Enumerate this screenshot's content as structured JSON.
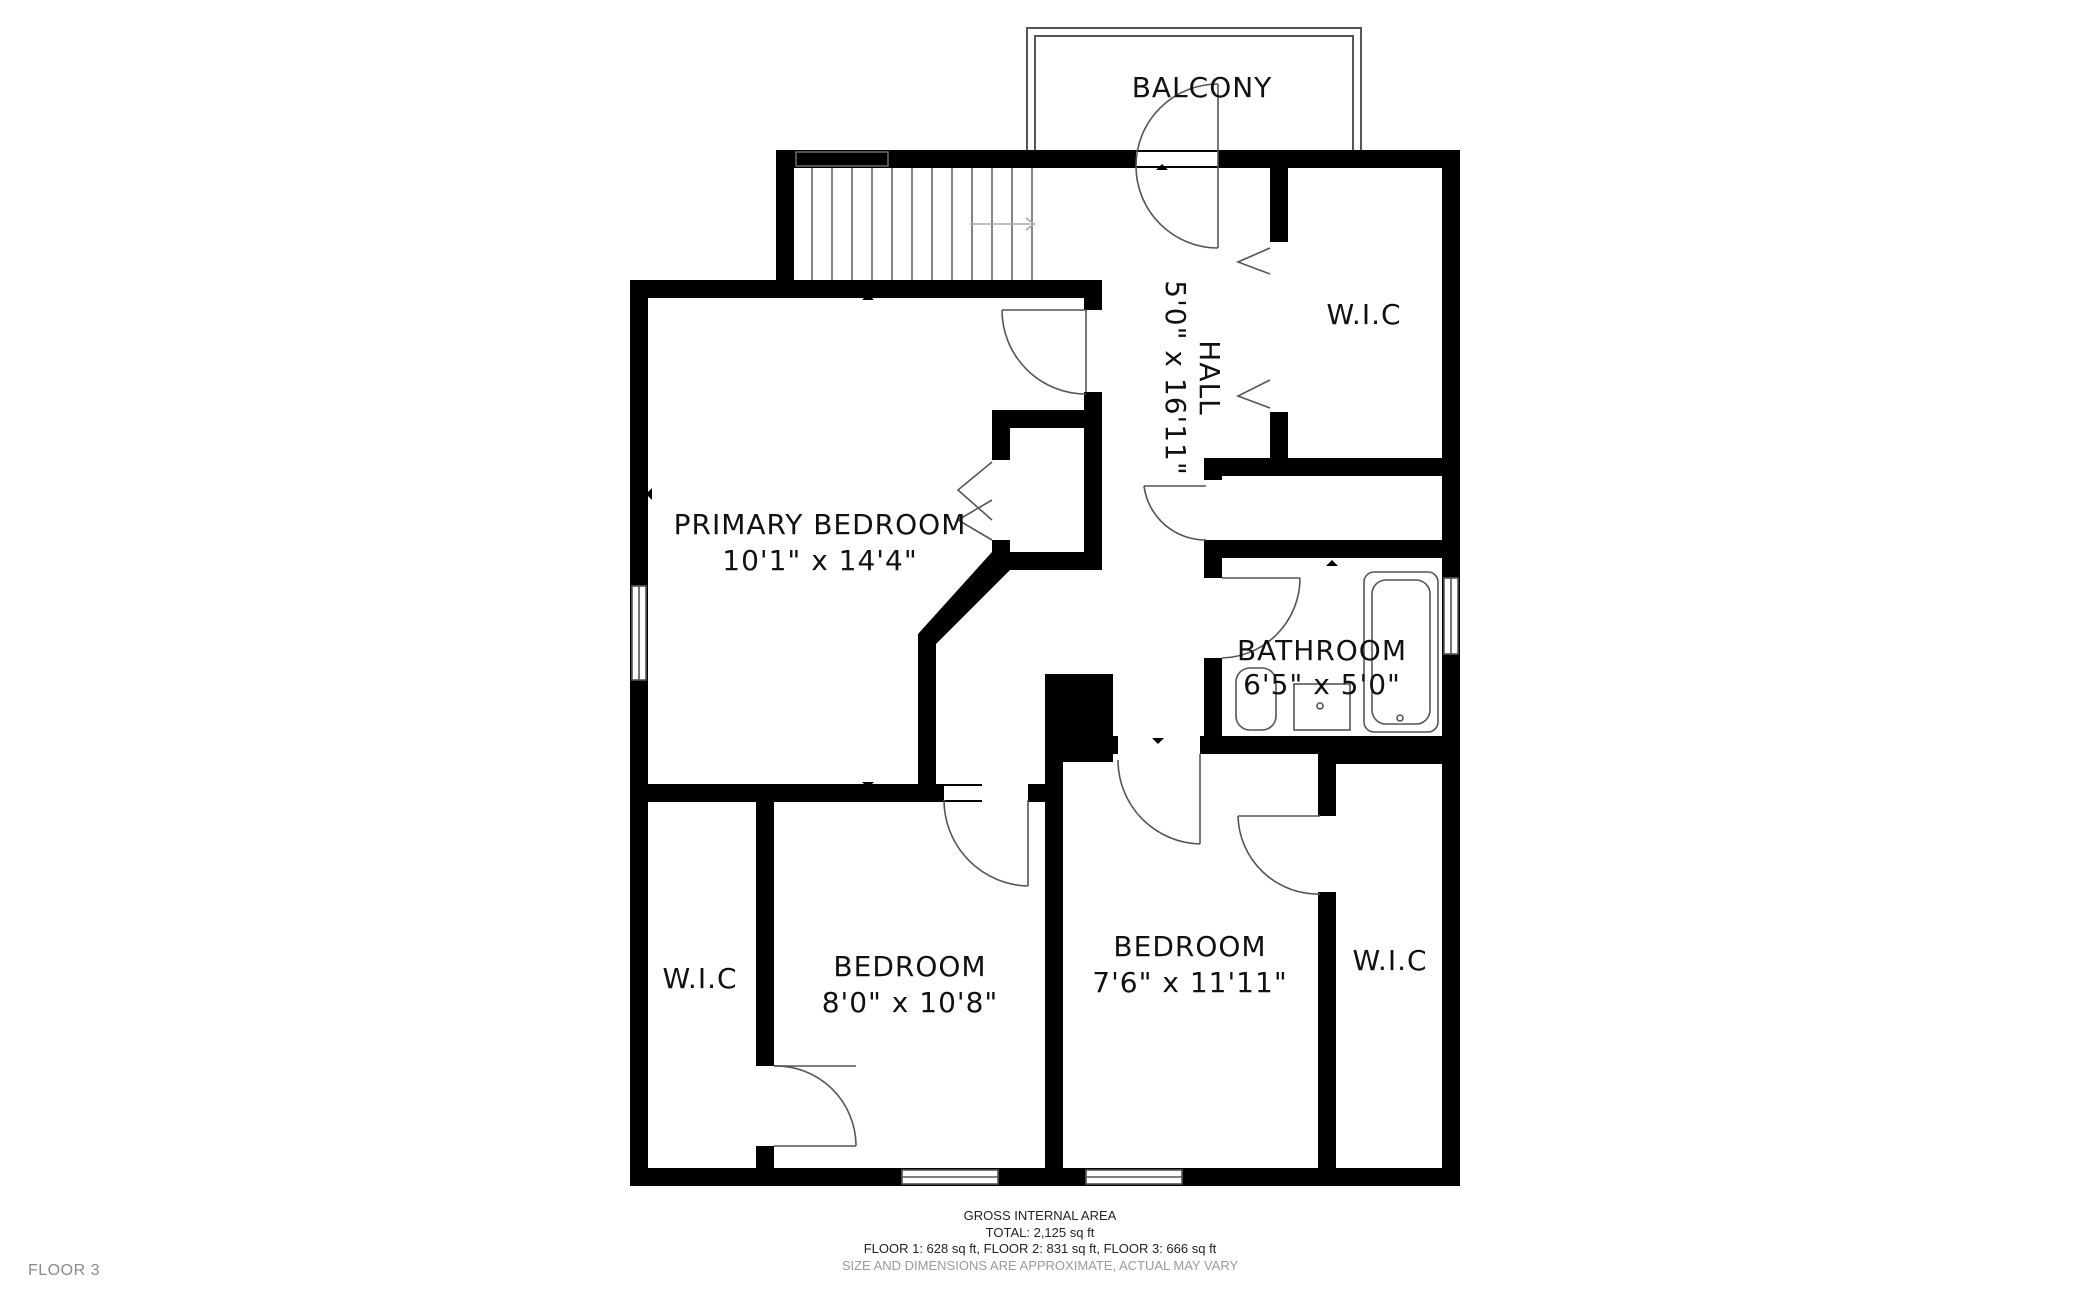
{
  "rooms": {
    "balcony": {
      "name": "BALCONY"
    },
    "hall": {
      "name": "HALL",
      "dims": "5'0\" x 16'11\""
    },
    "wic_top": {
      "name": "W.I.C"
    },
    "primary_bedroom": {
      "name": "PRIMARY BEDROOM",
      "dims": "10'1\" x 14'4\""
    },
    "bathroom": {
      "name": "BATHROOM",
      "dims": "6'5\" x 5'0\""
    },
    "wic_left": {
      "name": "W.I.C"
    },
    "bedroom_1": {
      "name": "BEDROOM",
      "dims": "8'0\" x 10'8\""
    },
    "bedroom_2": {
      "name": "BEDROOM",
      "dims": "7'6\" x 11'11\""
    },
    "wic_right": {
      "name": "W.I.C"
    }
  },
  "footer": {
    "title": "GROSS INTERNAL AREA",
    "total": "TOTAL: 2,125 sq ft",
    "floors": "FLOOR 1: 628 sq ft, FLOOR 2: 831 sq ft, FLOOR 3: 666 sq ft",
    "disclaimer": "SIZE AND DIMENSIONS ARE APPROXIMATE, ACTUAL MAY VARY"
  },
  "floor_label": "FLOOR 3",
  "colors": {
    "wall": "#000000",
    "background": "#ffffff",
    "fixture_line": "#555555"
  }
}
